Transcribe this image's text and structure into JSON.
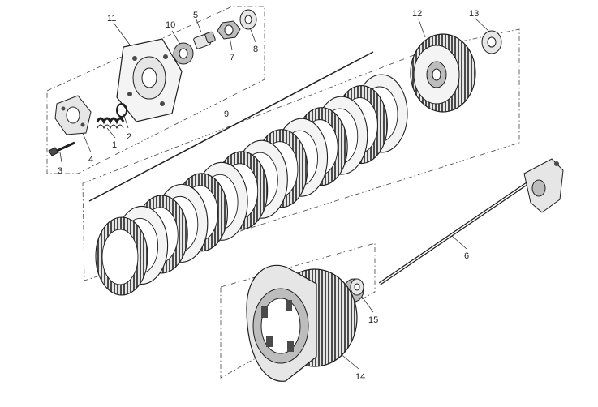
{
  "callouts": [
    {
      "id": "c1",
      "label": "1"
    },
    {
      "id": "c2",
      "label": "2"
    },
    {
      "id": "c3",
      "label": "3"
    },
    {
      "id": "c4",
      "label": "4"
    },
    {
      "id": "c5",
      "label": "5"
    },
    {
      "id": "c6",
      "label": "6"
    },
    {
      "id": "c7",
      "label": "7"
    },
    {
      "id": "c8",
      "label": "8"
    },
    {
      "id": "c9",
      "label": "9"
    },
    {
      "id": "c10",
      "label": "10"
    },
    {
      "id": "c11",
      "label": "11"
    },
    {
      "id": "c12",
      "label": "12"
    },
    {
      "id": "c13",
      "label": "13"
    },
    {
      "id": "c14",
      "label": "14"
    },
    {
      "id": "c15",
      "label": "15"
    }
  ],
  "colors": {
    "ink": "#1f1f1f",
    "light": "#e6e6e6",
    "mid": "#bdbdbd",
    "dark": "#4a4a4a",
    "background": "#ffffff"
  }
}
